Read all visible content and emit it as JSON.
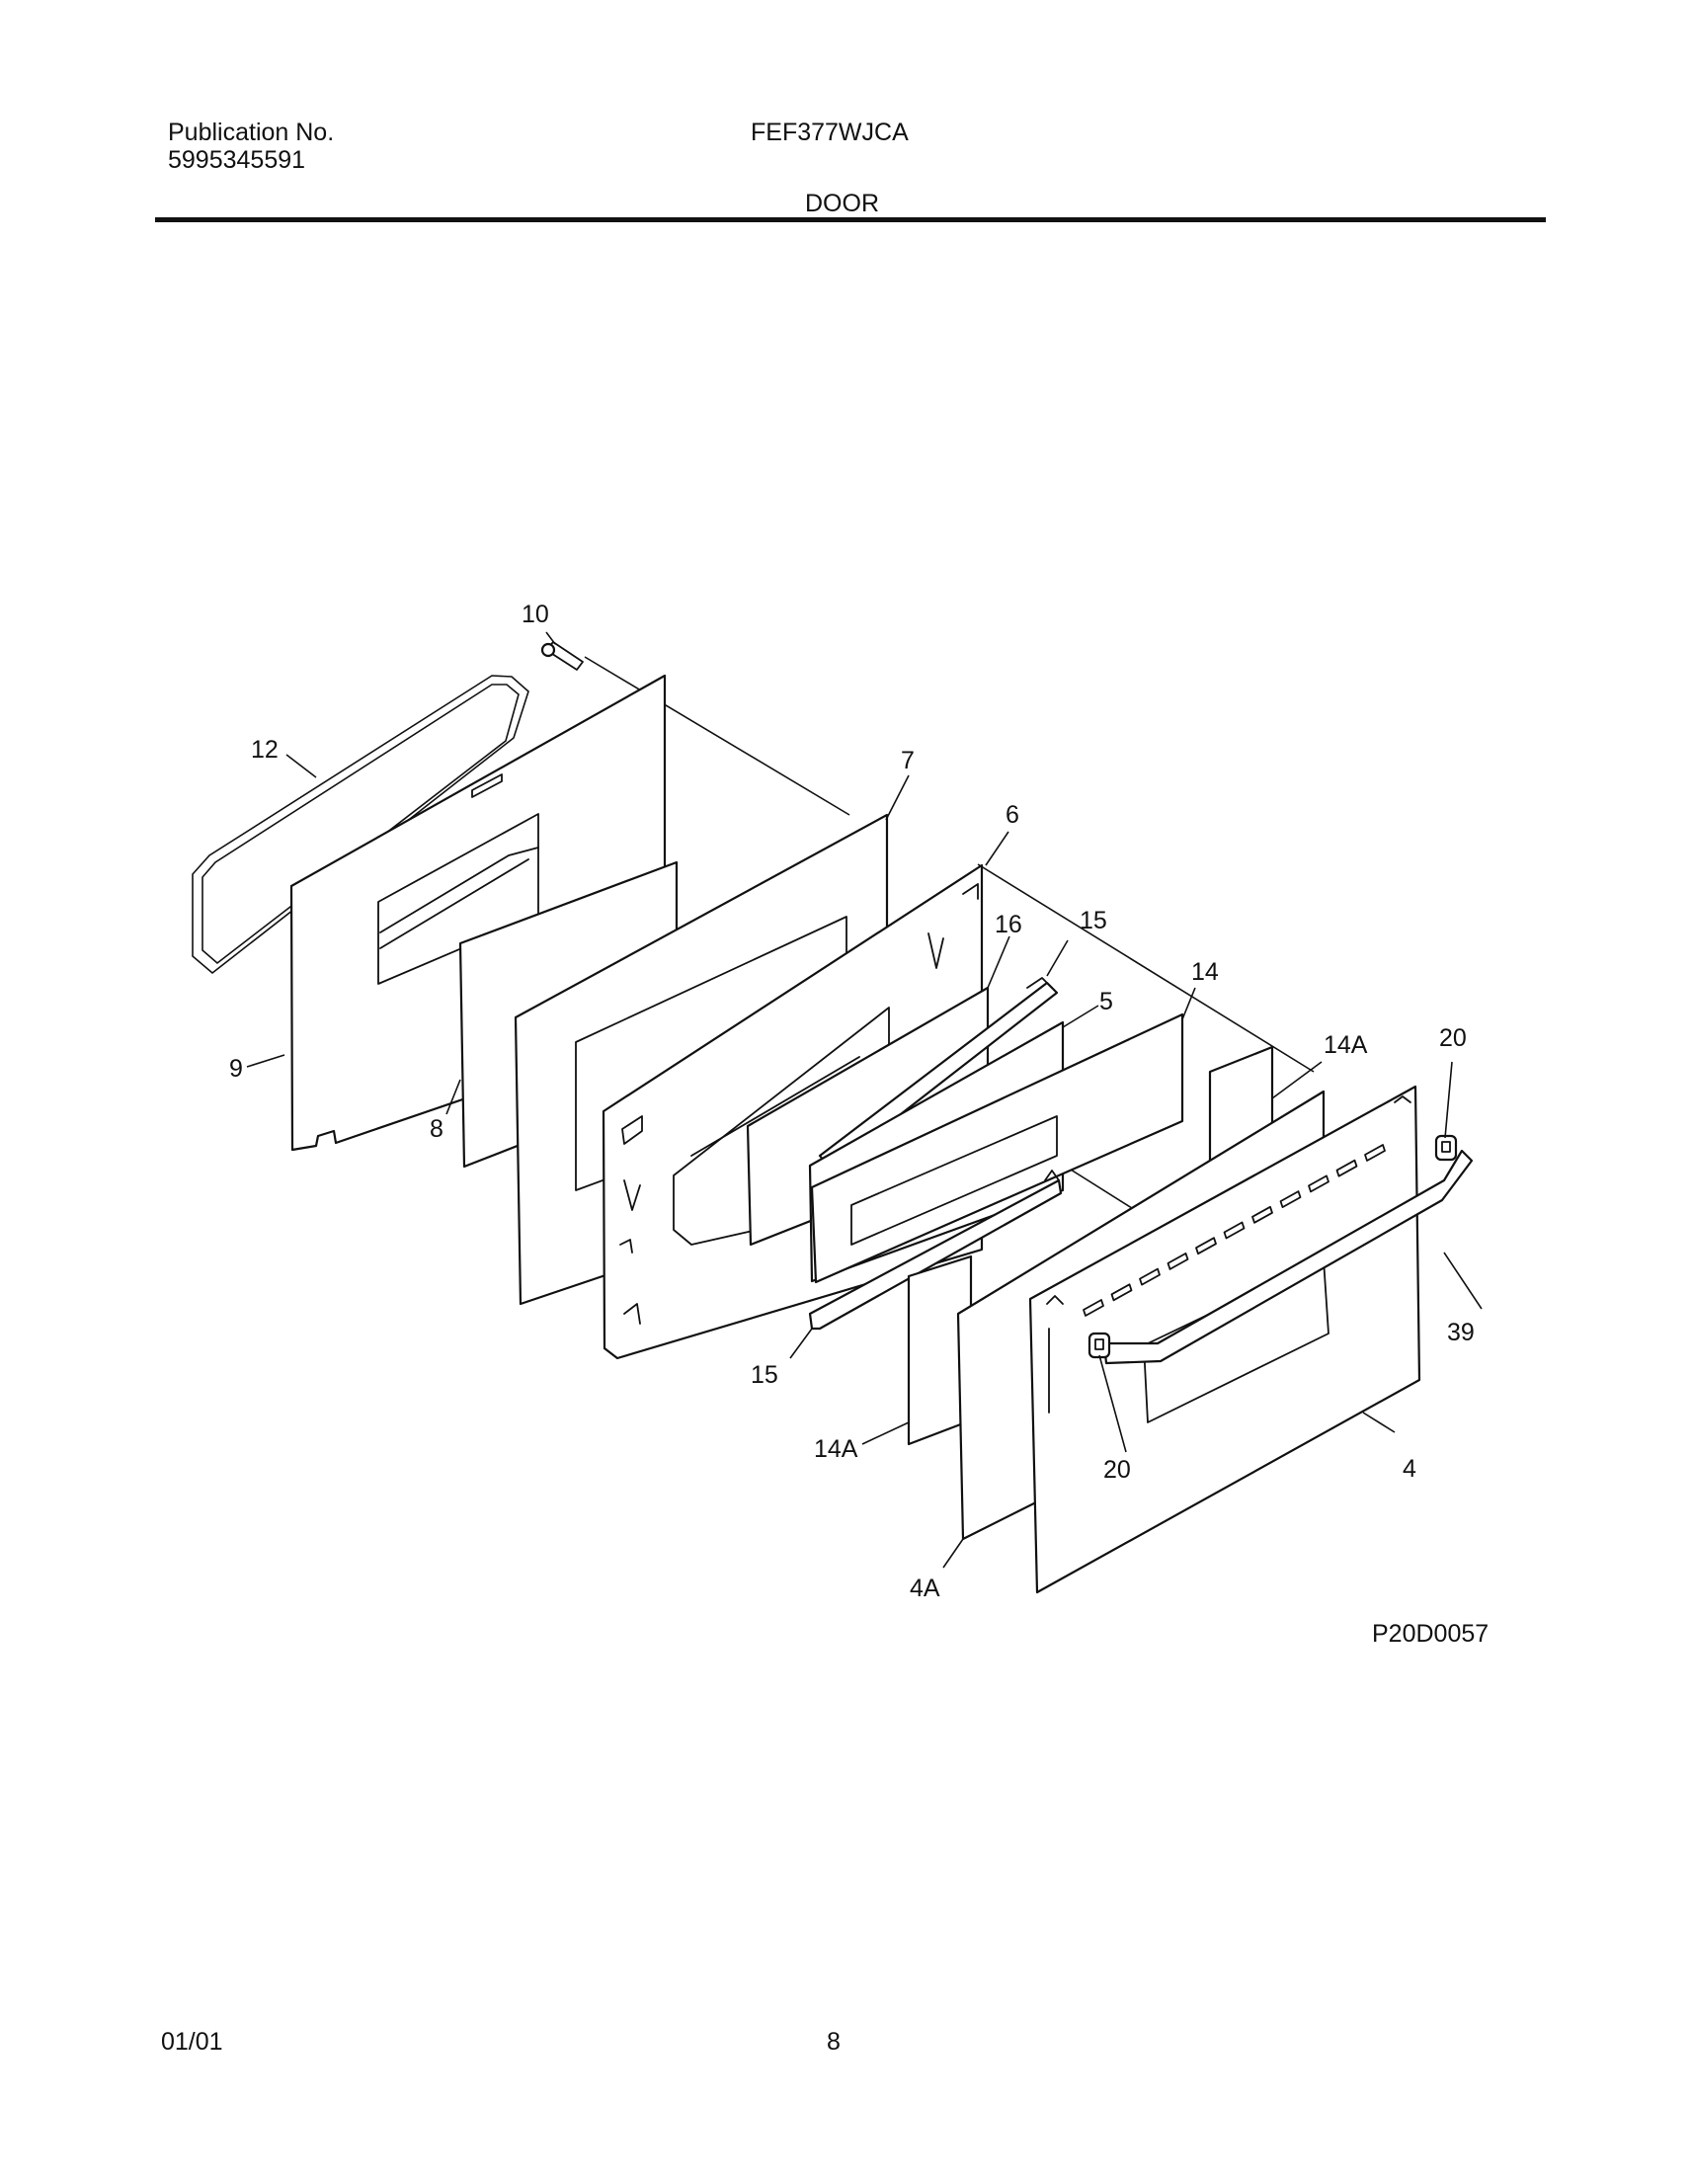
{
  "header": {
    "publication_label": "Publication No.",
    "publication_number": "5995345591",
    "model": "FEF377WJCA",
    "section": "DOOR"
  },
  "diagram": {
    "drawing_code": "P20D0057",
    "callouts": {
      "c10": "10",
      "c12": "12",
      "c9": "9",
      "c8": "8",
      "c7": "7",
      "c6": "6",
      "c16": "16",
      "c15a": "15",
      "c14": "14",
      "c5": "5",
      "c14Aa": "14A",
      "c20a": "20",
      "c39": "39",
      "c15b": "15",
      "c14Ab": "14A",
      "c20b": "20",
      "c4": "4",
      "c4A": "4A"
    }
  },
  "footer": {
    "date": "01/01",
    "page": "8"
  }
}
